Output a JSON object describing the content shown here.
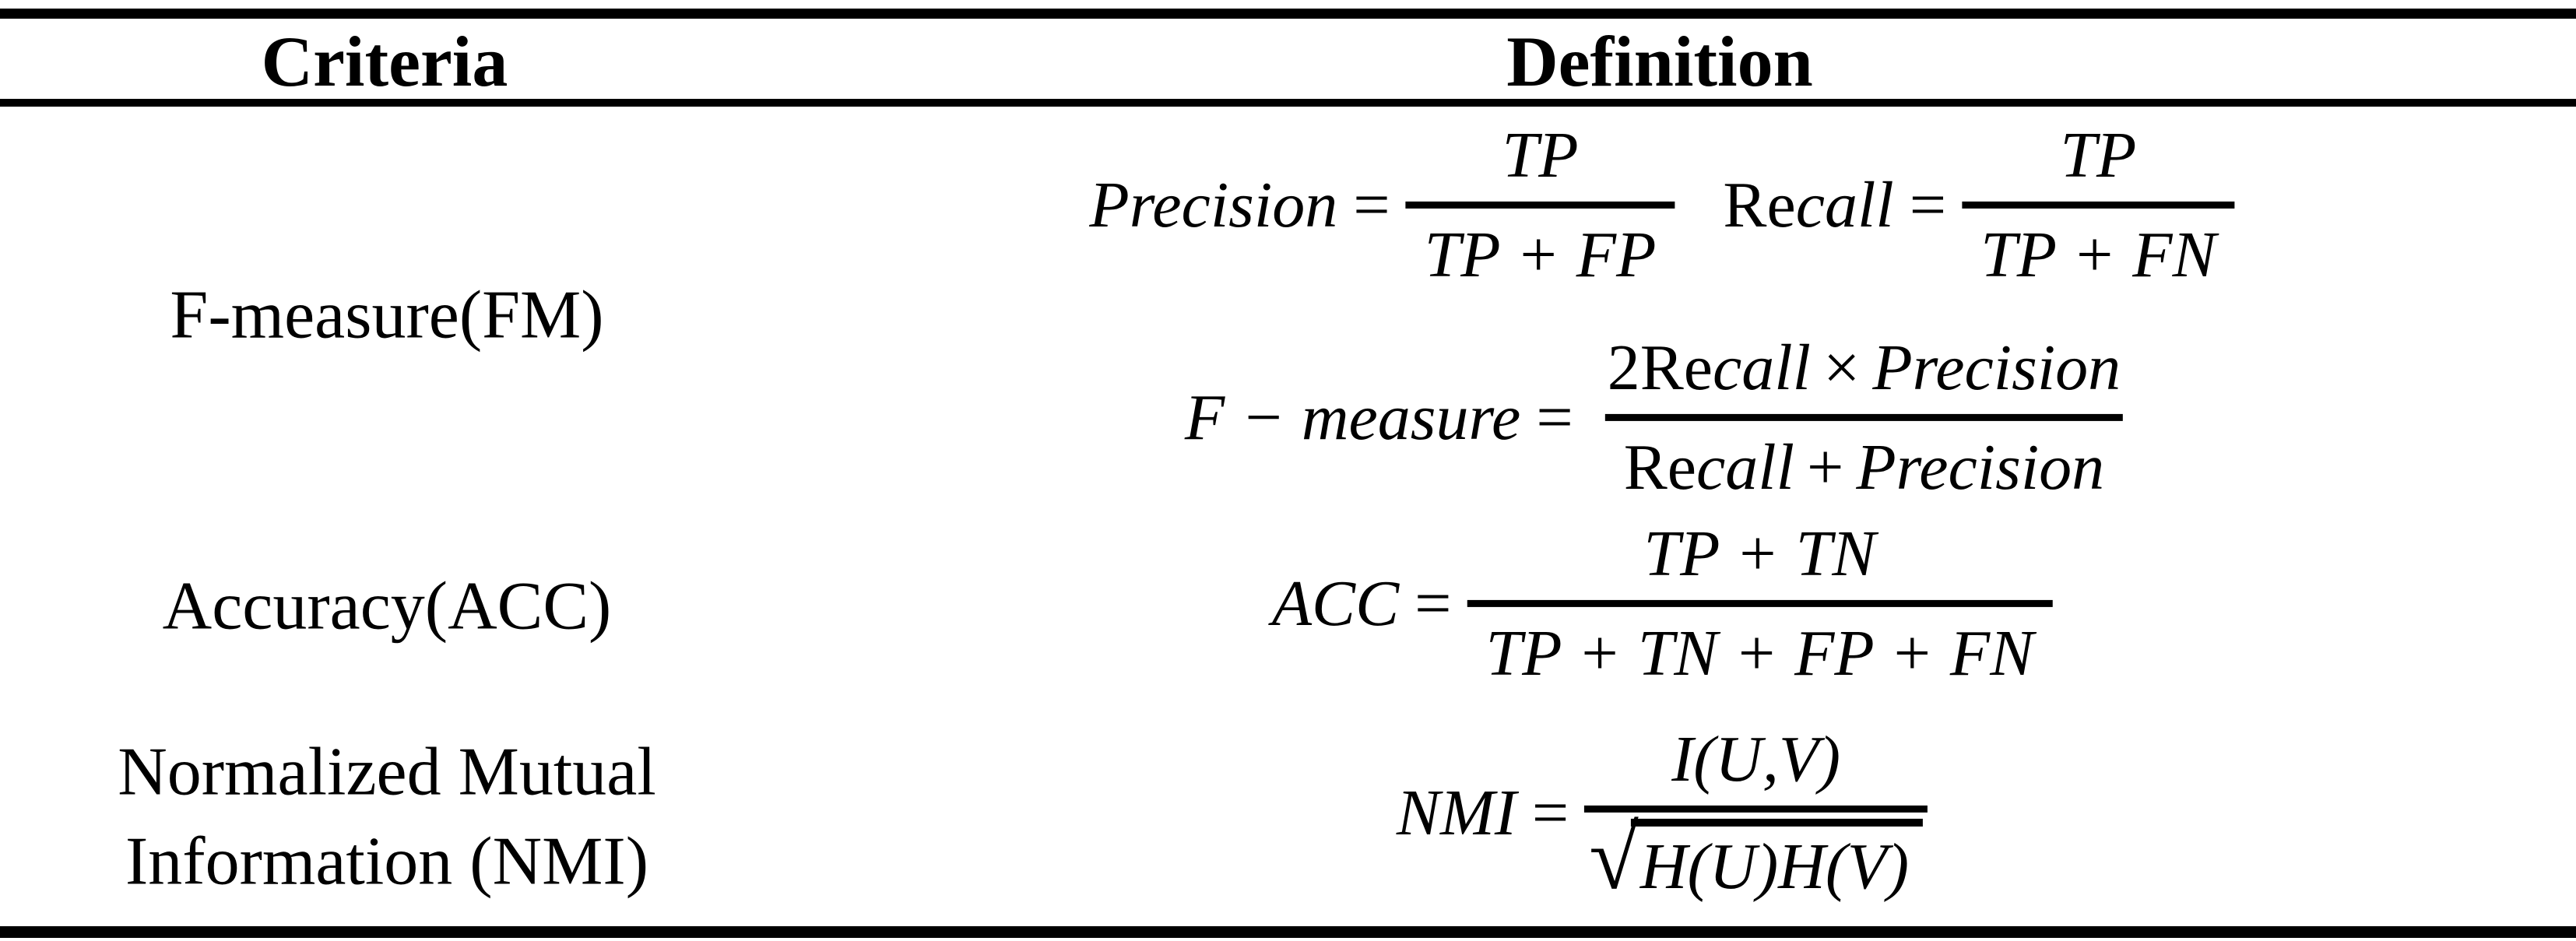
{
  "colors": {
    "background": "#ffffff",
    "text": "#000000",
    "rule": "#000000"
  },
  "table": {
    "header": {
      "criteria": "Criteria",
      "definition": "Definition"
    },
    "rows": [
      {
        "label": "F-measure(FM)",
        "precision": {
          "lhs": "Precision",
          "equals": "=",
          "numerator": "TP",
          "denominator": "TP + FP"
        },
        "recall": {
          "lhs_upright": "Re",
          "lhs_italic": "call",
          "equals": "=",
          "numerator": "TP",
          "denominator": "TP + FN"
        },
        "f_measure": {
          "lhs": "F − measure",
          "equals": "=",
          "num_coeff_upright": "2Re",
          "num_italic": "call",
          "num_operator": "×",
          "num_term": "Precision",
          "den_upright": "Re",
          "den_italic": "call",
          "den_operator": "+",
          "den_term": "Precision"
        }
      },
      {
        "label": "Accuracy(ACC)",
        "acc": {
          "lhs": "ACC",
          "equals": "=",
          "numerator": "TP + TN",
          "denominator": "TP + TN + FP + FN"
        }
      },
      {
        "label_line1": "Normalized Mutual",
        "label_line2": "Information (NMI)",
        "nmi": {
          "lhs": "NMI",
          "equals": "=",
          "numerator": "I(U,V)",
          "radical": "√",
          "radicand": "H(U)H(V)"
        }
      }
    ]
  }
}
